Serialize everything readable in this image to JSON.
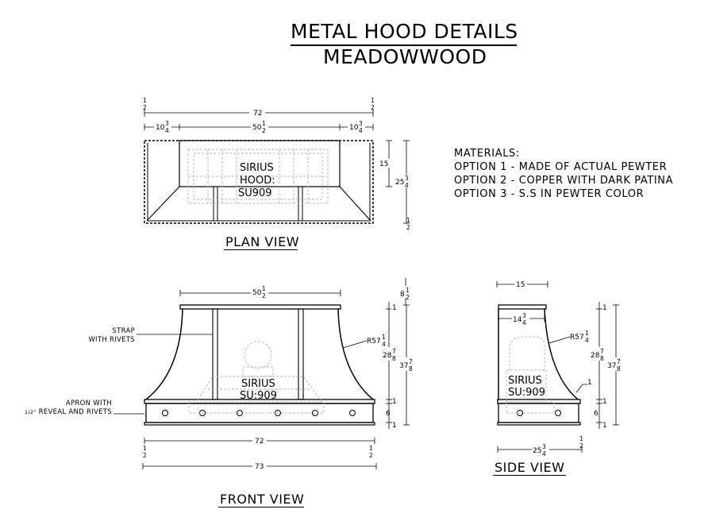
{
  "title": {
    "line1": "METAL HOOD DETAILS",
    "line2": "MEADOWWOOD"
  },
  "materials": {
    "heading": "MATERIALS:",
    "options": [
      "OPTION 1 - MADE OF ACTUAL PEWTER",
      "OPTION 2 - COPPER WITH DARK PATINA",
      "OPTION 3 - S.S IN PEWTER COLOR"
    ]
  },
  "views": {
    "plan": "PLAN VIEW",
    "front": "FRONT VIEW",
    "side": "SIDE VIEW"
  },
  "ghost_labels": {
    "plan": [
      "SIRIUS",
      "HOOD:",
      "SU909"
    ],
    "front": [
      "SIRIUS",
      "SU:909"
    ],
    "side": [
      "SIRIUS",
      "SU:909"
    ]
  },
  "notes": {
    "strap": [
      "STRAP",
      "WITH RIVETS"
    ],
    "apron": [
      "APRON WITH",
      "REVEAL AND RIVETS"
    ],
    "apron_frac": "1/2\""
  },
  "dimensions": {
    "plan": {
      "width": "72",
      "left": "10",
      "left_frac": [
        "3",
        "4"
      ],
      "mid": "50",
      "mid_frac": [
        "1",
        "2"
      ],
      "right": "10",
      "right_frac": [
        "3",
        "4"
      ],
      "depth": "15",
      "overall": "25",
      "overall_frac": [
        "3",
        "4"
      ],
      "half": [
        "1",
        "2"
      ]
    },
    "front": {
      "top": "50",
      "top_frac": [
        "1",
        "2"
      ],
      "rise": "8",
      "rise_frac": [
        "1",
        "2"
      ],
      "radius": "R57",
      "radius_frac": [
        "1",
        "4"
      ],
      "body": "28",
      "body_frac": [
        "7",
        "8"
      ],
      "height": "37",
      "height_frac": [
        "7",
        "8"
      ],
      "one": "1",
      "six": "6",
      "bottom": "72",
      "overall": "73",
      "half": [
        "1",
        "2"
      ]
    },
    "side": {
      "top": "15",
      "inner": "14",
      "inner_frac": [
        "3",
        "4"
      ],
      "radius": "R57",
      "radius_frac": [
        "1",
        "4"
      ],
      "body": "28",
      "body_frac": [
        "7",
        "8"
      ],
      "height": "37",
      "height_frac": [
        "7",
        "8"
      ],
      "one": "1",
      "six": "6",
      "bottom": "25",
      "bottom_frac": [
        "3",
        "4"
      ],
      "half": [
        "1",
        "2"
      ]
    }
  }
}
